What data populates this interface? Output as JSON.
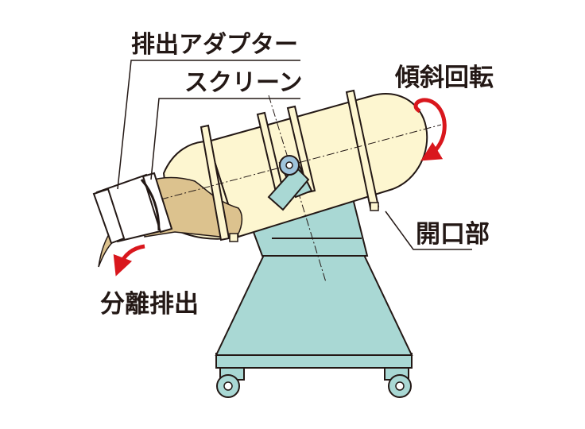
{
  "labels": {
    "discharge_adapter": "排出アダプター",
    "screen": "スクリーン",
    "tilt_rotation": "傾斜回転",
    "opening": "開口部",
    "separation_discharge": "分離排出"
  },
  "colors": {
    "vessel_fill": "#fdf6d0",
    "powder_fill": "#dcc28e",
    "stand_fill": "#a9d8d4",
    "arm_fill": "#a9d8d4",
    "pivot_fill": "#9fc4dc",
    "arrow_red": "#d9171d",
    "outline": "#231815"
  },
  "icons": {
    "rotation_arrow": "curved-arrow-icon",
    "discharge_arrow": "curved-arrow-icon"
  }
}
